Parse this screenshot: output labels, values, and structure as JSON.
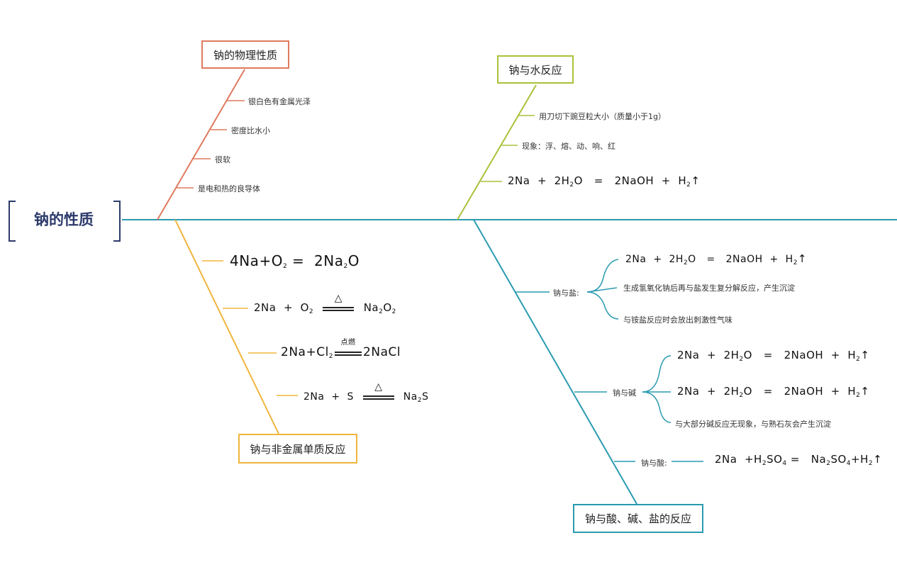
{
  "title": "钠的性质",
  "colors": {
    "physical": "#e07a5f",
    "water": "#a8c23a",
    "nonmetal": "#f0b53c",
    "acid_base_salt": "#2a9bb0",
    "spine": "#2a9bb0",
    "title_bracket": "#2d3a6b"
  },
  "branches": {
    "physical": {
      "label": "钠的物理性质",
      "items": [
        "银白色有金属光泽",
        "密度比水小",
        "很软",
        "是电和热的良导体"
      ]
    },
    "water": {
      "label": "钠与水反应",
      "items": [
        "用刀切下豌豆粒大小（质量小于1g）",
        "现象：浮、熔、动、响、红"
      ]
    },
    "nonmetal": {
      "label": "钠与非金属单质反应",
      "ignite_condition": "点燃",
      "delta_symbol": "△"
    },
    "acid_base_salt": {
      "label": "钠与酸、碱、盐的反应",
      "salt": {
        "label": "钠与盐:",
        "items": [
          "生成氢氧化钠后再与盐发生复分解反应，产生沉淀",
          "与铵盐反应时会放出刺激性气味"
        ]
      },
      "base": {
        "label": "钠与碱",
        "items": [
          "与大部分碱反应无现象，与熟石灰会产生沉淀"
        ]
      },
      "acid": {
        "label": "钠与酸:"
      }
    }
  }
}
